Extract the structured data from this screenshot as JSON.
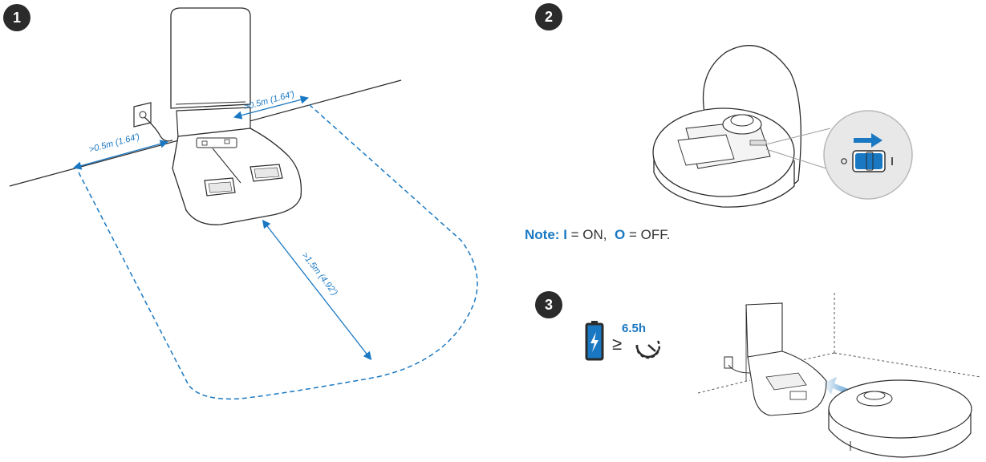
{
  "steps": {
    "one": "1",
    "two": "2",
    "three": "3"
  },
  "step1": {
    "clearance_side_left": ">0.5m (1.64')",
    "clearance_side_right": ">0.5m (1.64')",
    "clearance_front": ">1.5m (4.92')"
  },
  "step2": {
    "note_label": "Note:",
    "on_symbol": "I",
    "on_text": "= ON,",
    "off_symbol": "O",
    "off_text": "= OFF."
  },
  "step3": {
    "charge_time": "6.5h",
    "compare_symbol": "≥"
  },
  "colors": {
    "accent": "#1a78c2",
    "line": "#2b2b2b",
    "badge": "#2b2b2b"
  },
  "icons": [
    "battery-charging-icon",
    "timer-icon",
    "arrow-right-icon",
    "power-switch-icon",
    "wall-outlet-icon"
  ]
}
